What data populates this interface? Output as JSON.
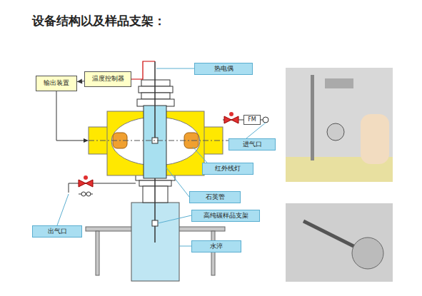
{
  "diagram": {
    "title": "设备结构以及样品支架：",
    "nodes": [
      {
        "text": [
          "输出装置"
        ]
      },
      {
        "text": [
          "温度控制器"
        ]
      },
      {
        "text": [
          "热电偶"
        ]
      },
      {
        "text": [
          "FM"
        ]
      },
      {
        "text": [
          "进气口"
        ]
      },
      {
        "text": [
          "红外线灯"
        ]
      },
      {
        "text": [
          "石英管"
        ]
      },
      {
        "text": [
          "高纯碳样品支架"
        ]
      },
      {
        "text": [
          "出气口"
        ]
      },
      {
        "text": [
          "水淬"
        ]
      }
    ],
    "edges": [
      {
        "from": 1,
        "to": 0,
        "arrow": "to"
      }
    ]
  }
}
